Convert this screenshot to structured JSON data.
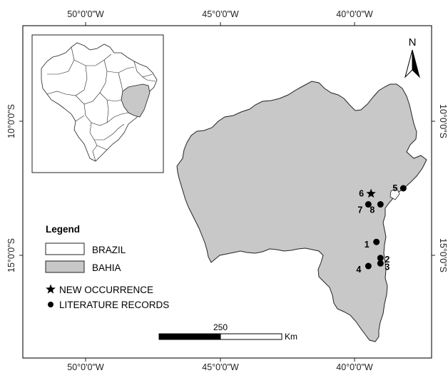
{
  "map": {
    "coordinates": {
      "top": [
        "50°0'0\"W",
        "45°0'0\"W",
        "40°0'0\"W"
      ],
      "bottom": [
        "50°0'0\"W",
        "45°0'0\"W",
        "40°0'0\"W"
      ],
      "left": [
        "10°0'0\"S",
        "15°0'0\"S"
      ],
      "right": [
        "10°0'0\"S",
        "15°0'0\"S"
      ]
    },
    "north_arrow": {
      "label": "N"
    },
    "legend": {
      "title": "Legend",
      "items": [
        {
          "label": "BRAZIL",
          "symbol": "white-box",
          "fill": "#ffffff"
        },
        {
          "label": "BAHIA",
          "symbol": "grey-box",
          "fill": "#c8c8c8"
        },
        {
          "label": "NEW OCCURRENCE",
          "symbol": "star"
        },
        {
          "label": "LITERATURE RECORDS",
          "symbol": "dot"
        }
      ]
    },
    "scale_bar": {
      "value": "250",
      "unit": "Km"
    },
    "colors": {
      "bahia_fill": "#c8c8c8",
      "outline": "#222222",
      "record": "#000000"
    },
    "records": [
      {
        "label": "1",
        "type": "literature",
        "lon": -39.2,
        "lat": -14.5
      },
      {
        "label": "2",
        "type": "literature",
        "lon": -39.05,
        "lat": -15.1
      },
      {
        "label": "3",
        "type": "literature",
        "lon": -39.05,
        "lat": -15.3
      },
      {
        "label": "4",
        "type": "literature",
        "lon": -39.5,
        "lat": -15.4
      },
      {
        "label": "5",
        "type": "literature",
        "lon": -38.2,
        "lat": -12.5
      },
      {
        "label": "6",
        "type": "new",
        "lon": -39.4,
        "lat": -12.7
      },
      {
        "label": "7",
        "type": "literature",
        "lon": -39.5,
        "lat": -13.1
      },
      {
        "label": "8",
        "type": "literature",
        "lon": -39.05,
        "lat": -13.1
      }
    ]
  }
}
